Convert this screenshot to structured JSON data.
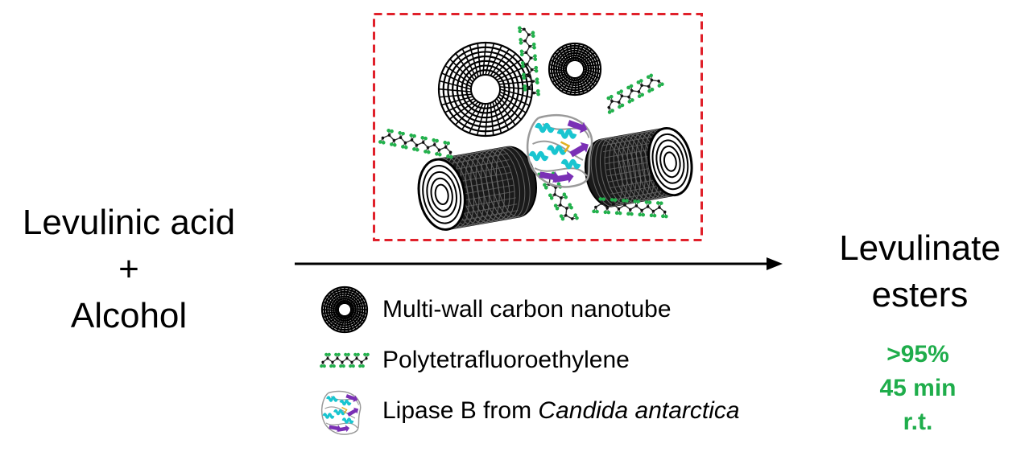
{
  "reactants": {
    "line1": "Levulinic acid",
    "plus": "+",
    "line2": "Alcohol"
  },
  "product": {
    "line1": "Levulinate",
    "line2": "esters"
  },
  "conditions": {
    "color": "#1fad4b",
    "yield": ">95%",
    "time": "45 min",
    "temperature": "r.t."
  },
  "catalyst_box": {
    "border_color": "#e0202a",
    "border_style": "dashed"
  },
  "legend": {
    "items": [
      {
        "icon": "nanotube-icon",
        "label": "Multi-wall carbon nanotube"
      },
      {
        "icon": "ptfe-chain-icon",
        "label": "Polytetrafluoroethylene"
      },
      {
        "icon": "enzyme-icon",
        "label_prefix": "Lipase B from ",
        "label_italic": "Candida antarctica"
      }
    ]
  },
  "colors": {
    "nanotube": "#000000",
    "ptfe_atom": "#22b14c",
    "enzyme_helix": "#19c5d0",
    "enzyme_sheet": "#7a2fb5",
    "enzyme_loop": "#9a9a9a",
    "enzyme_accent": "#e0b020"
  }
}
